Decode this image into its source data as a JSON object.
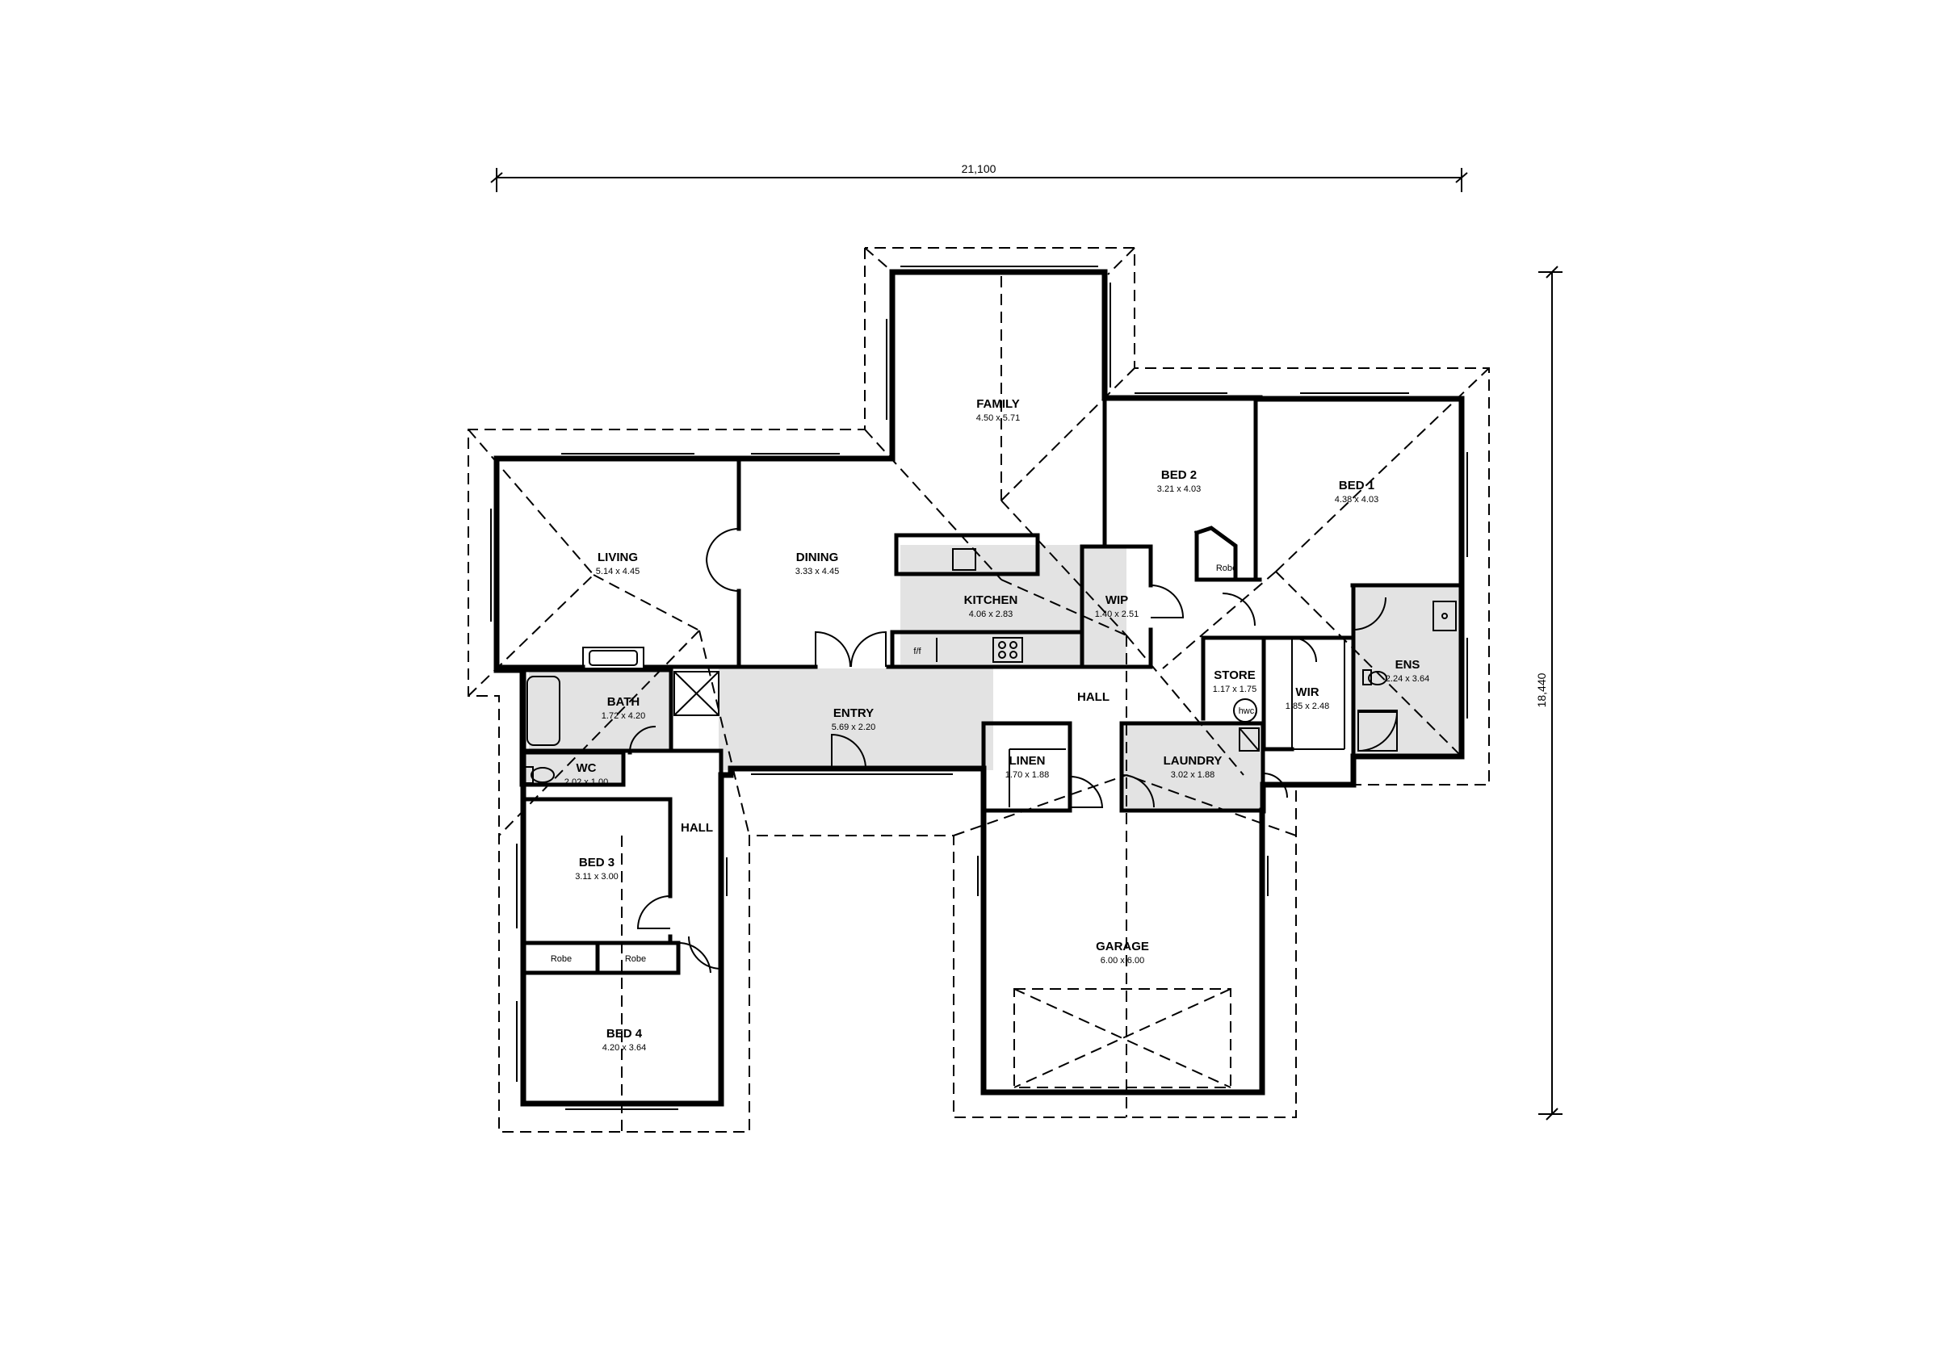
{
  "dimensions": {
    "overall_width": "21,100",
    "overall_depth": "18,440"
  },
  "rooms": {
    "family": {
      "name": "FAMILY",
      "size": "4.50 x 5.71"
    },
    "bed2": {
      "name": "BED 2",
      "size": "3.21 x 4.03"
    },
    "bed1": {
      "name": "BED 1",
      "size": "4.38 x 4.03"
    },
    "living": {
      "name": "LIVING",
      "size": "5.14 x 4.45"
    },
    "dining": {
      "name": "DINING",
      "size": "3.33 x 4.45"
    },
    "kitchen": {
      "name": "KITCHEN",
      "size": "4.06 x 2.83"
    },
    "wip": {
      "name": "WIP",
      "size": "1.40 x 2.51"
    },
    "ens": {
      "name": "ENS",
      "size": "2.24 x 3.64"
    },
    "store": {
      "name": "STORE",
      "size": "1.17 x 1.75"
    },
    "wir": {
      "name": "WIR",
      "size": "1.85 x 2.48"
    },
    "bath": {
      "name": "BATH",
      "size": "1.72 x 4.20"
    },
    "entry": {
      "name": "ENTRY",
      "size": "5.69 x 2.20"
    },
    "wc": {
      "name": "WC",
      "size": "2.02 x 1.00"
    },
    "linen": {
      "name": "LINEN",
      "size": "1.70 x 1.88"
    },
    "laundry": {
      "name": "LAUNDRY",
      "size": "3.02 x 1.88"
    },
    "bed3": {
      "name": "BED 3",
      "size": "3.11 x 3.00"
    },
    "bed4": {
      "name": "BED 4",
      "size": "4.20 x 3.64"
    },
    "garage": {
      "name": "GARAGE",
      "size": "6.00 x 6.00"
    }
  },
  "labels": {
    "hall_east": "HALL",
    "hall_west": "HALL",
    "robe_bed2": "Robe",
    "robe_bed3": "Robe",
    "robe_bed4": "Robe",
    "fridge": "f/f",
    "hwc": "hwc."
  }
}
